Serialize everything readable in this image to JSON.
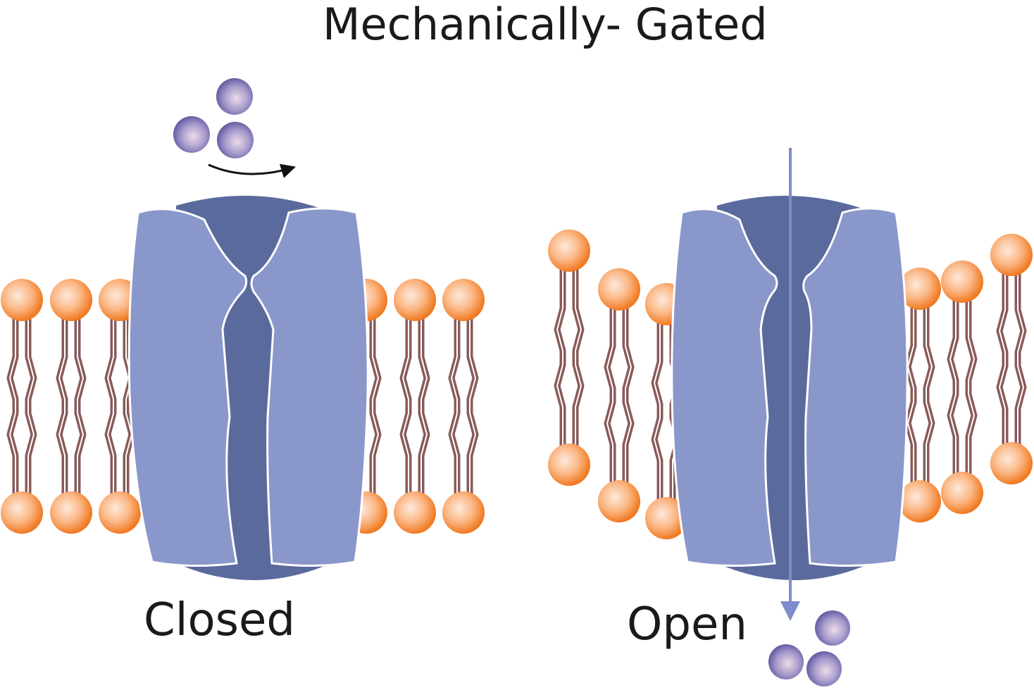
{
  "title": "Mechanically- Gated",
  "panels": {
    "closed": {
      "label": "Closed"
    },
    "open": {
      "label": "Open"
    }
  },
  "colors": {
    "channel_light": "#8a97cb",
    "channel_dark": "#5b6a9d",
    "phospholipid_head": "#f58a3c",
    "phospholipid_tail": "#8a5a5a",
    "ion": "#6b5fa8",
    "flow_arrow": "#7d8ccc"
  }
}
